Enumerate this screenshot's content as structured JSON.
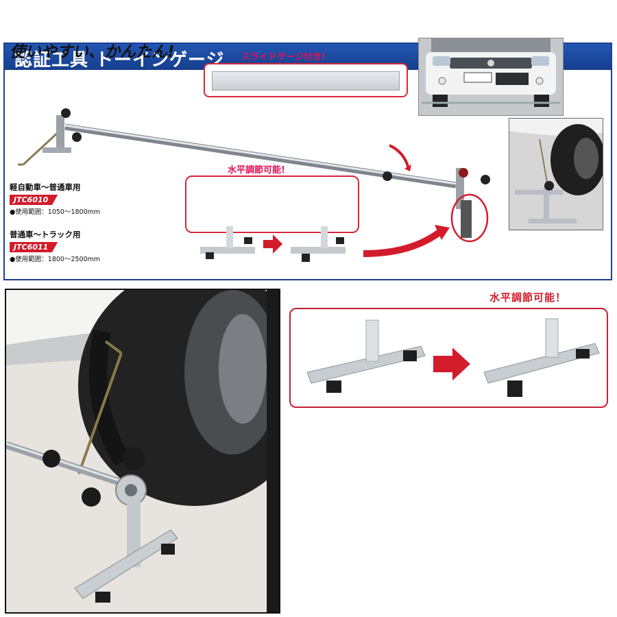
{
  "header": {
    "title": "認証工具 トーインゲージ"
  },
  "tagline": "使いやすい、かんたん!",
  "callouts": {
    "slide_gauge": "スライドゲージ付き!",
    "level_adjust_small": "水平調節可能!",
    "level_adjust_large": "水平調節可能！"
  },
  "models": [
    {
      "title": "軽自動車〜普通車用",
      "code": "JTC6010",
      "range": "●使用範囲：1050〜1800mm"
    },
    {
      "title": "普通車〜トラック用",
      "code": "JTC6011",
      "range": "●使用範囲：1800〜2500mm"
    }
  ],
  "colors": {
    "header_blue": "#1d4aa0",
    "accent_red": "#d21c2c",
    "label_pink": "#e0105a"
  },
  "icons": {
    "arrow": "red-right-arrow-icon",
    "curved_arrow": "red-curved-arrow-icon"
  }
}
